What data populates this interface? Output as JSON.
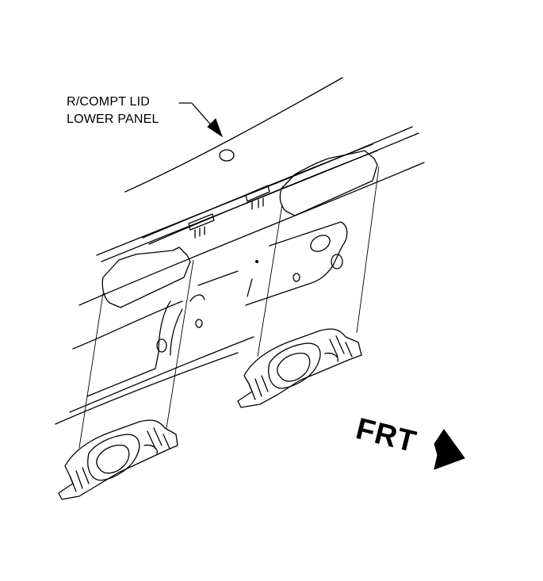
{
  "callout": {
    "line1": "R/COMPT LID",
    "line2": "LOWER PANEL"
  },
  "direction": {
    "label": "FRT",
    "icon": "front-direction-arrow-icon"
  }
}
